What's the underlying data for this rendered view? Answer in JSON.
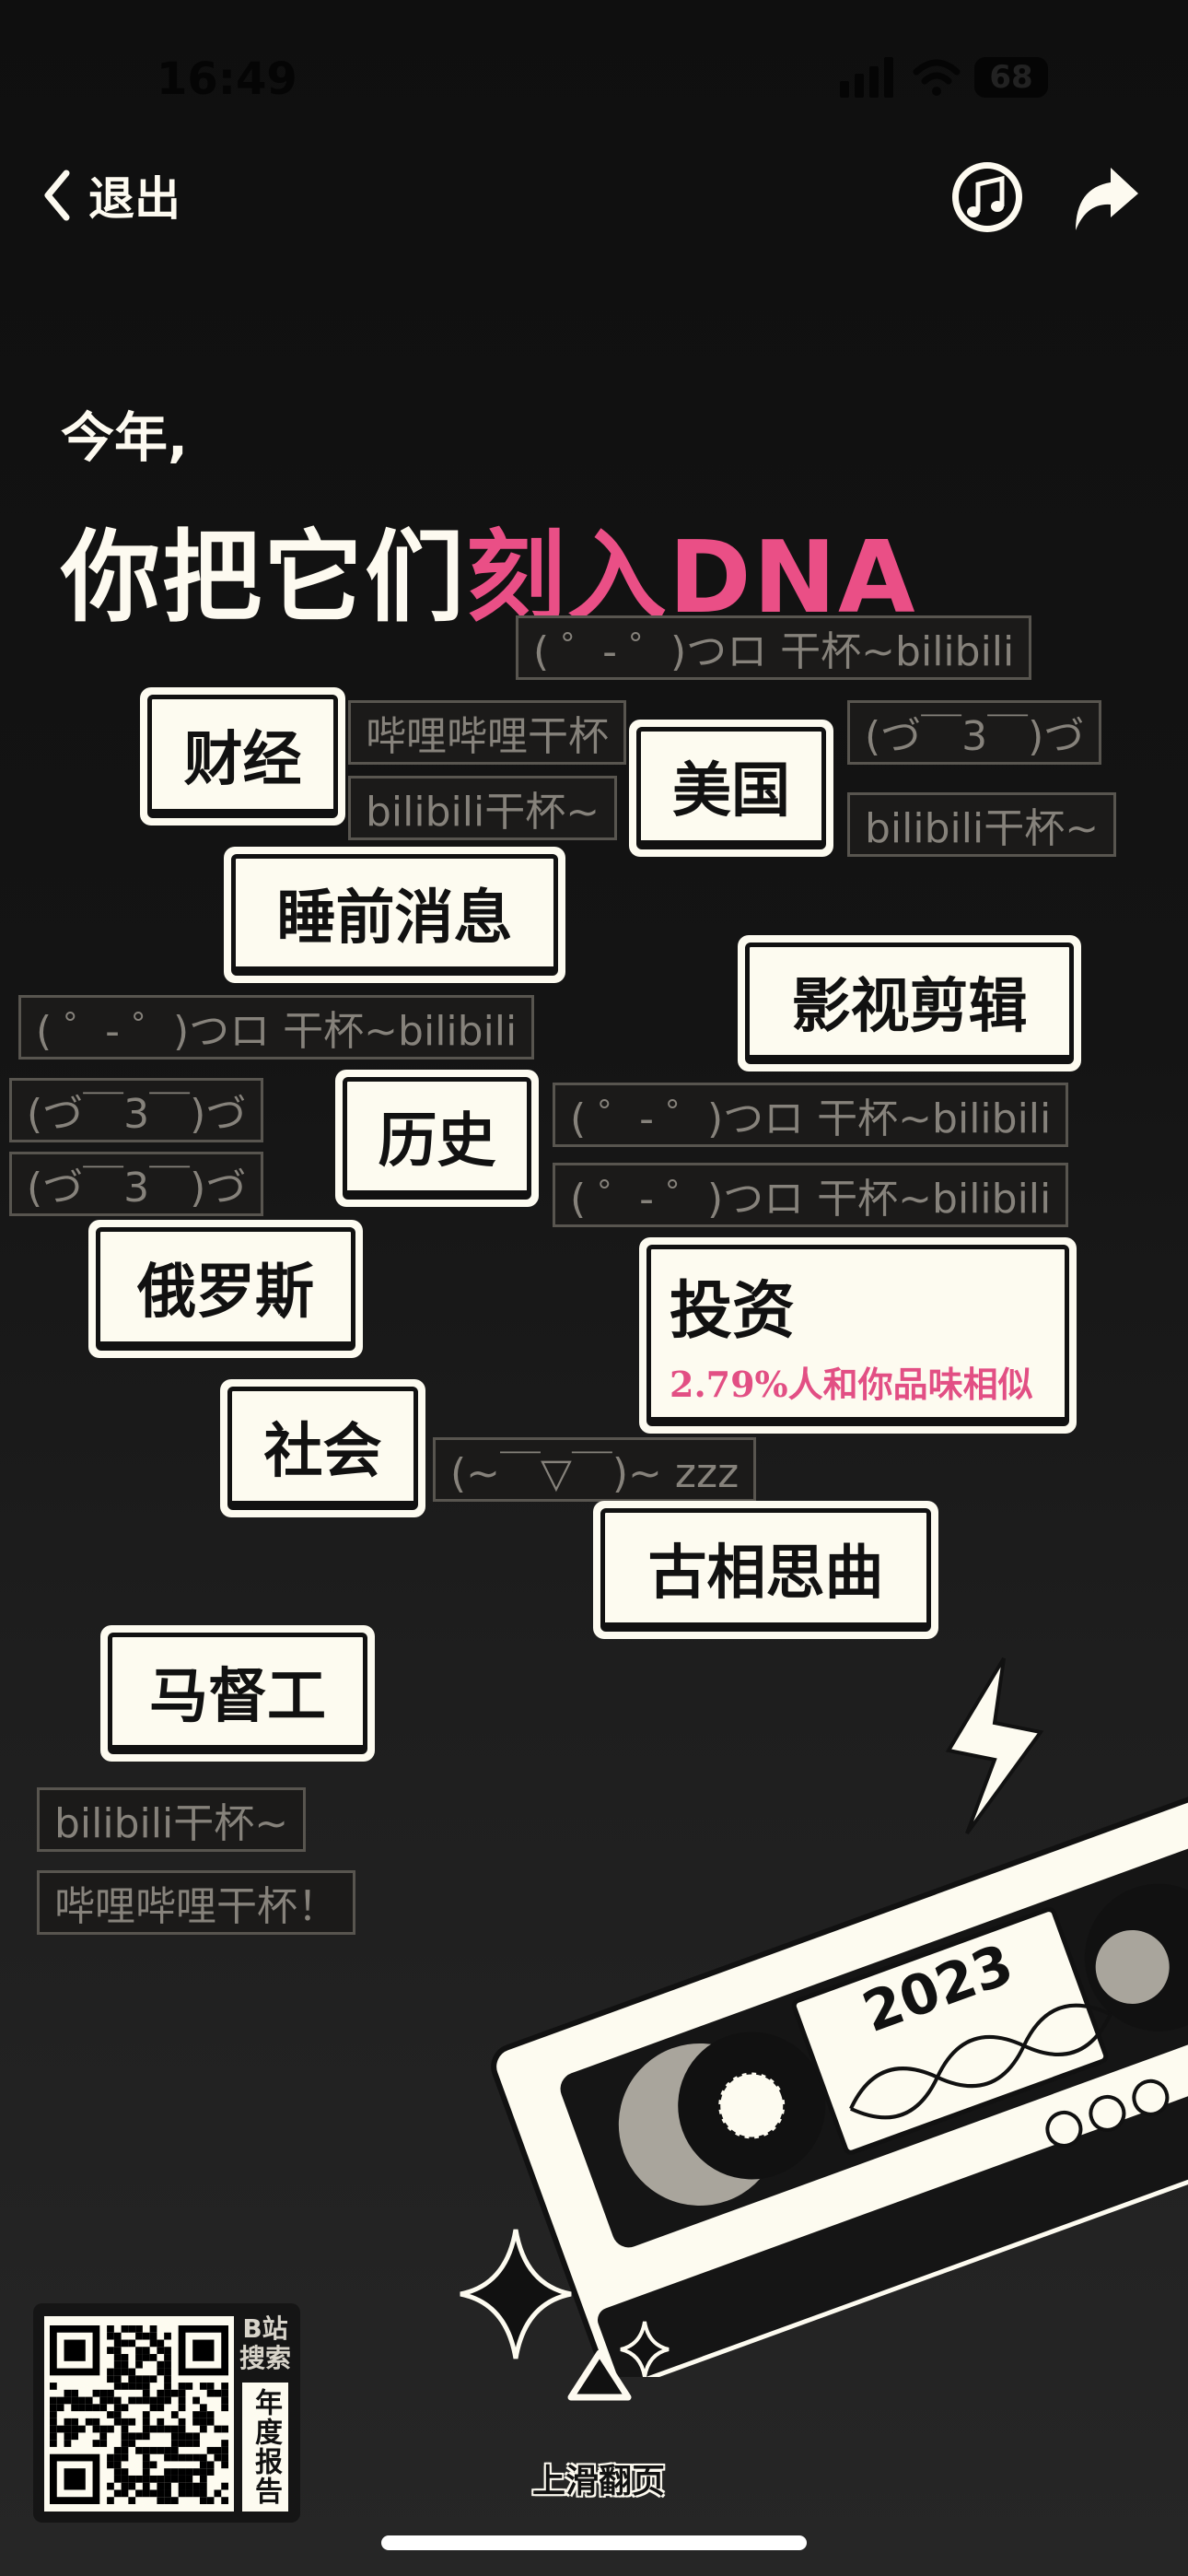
{
  "status_bar": {
    "time": "16:49",
    "battery": "68"
  },
  "header": {
    "back_label": "退出",
    "music_icon": "music-note-icon",
    "share_icon": "share-arrow-icon"
  },
  "title": {
    "line1": "今年,",
    "line2_plain": "你把它们",
    "line2_highlight": "刻入DNA",
    "highlight_color": "#ea4f86"
  },
  "danmaku": [
    "bilibili干杯~",
    "哔哩哔哩干杯",
    "(づ￣3￣)づ",
    "( ゜- ゜)つロ 干杯~bilibili",
    "bilibili干杯~",
    "(づ￣3￣)づ",
    "( ゜- ゜)つロ 干杯~bilibili",
    "( ゜- ゜)つロ 干杯~bilibili",
    "(づ￣3￣)づ",
    "( ゜- ゜)つロ 干杯~bilibili",
    "(~￣▽￣)~ zzz",
    "bilibili干杯~",
    "哔哩哔哩干杯！"
  ],
  "tags": [
    "财经",
    "美国",
    "睡前消息",
    "影视剪辑",
    "历史",
    "俄罗斯",
    "社会",
    "古相思曲",
    "马督工"
  ],
  "featured_tag": {
    "label": "投资",
    "similarity": "2.79%人和你品味相似"
  },
  "cassette": {
    "year": "2023"
  },
  "qr": {
    "side_top": "B站搜索",
    "side_bottom": "年度报告"
  },
  "footer": {
    "swipe_label": "上滑翻页"
  }
}
